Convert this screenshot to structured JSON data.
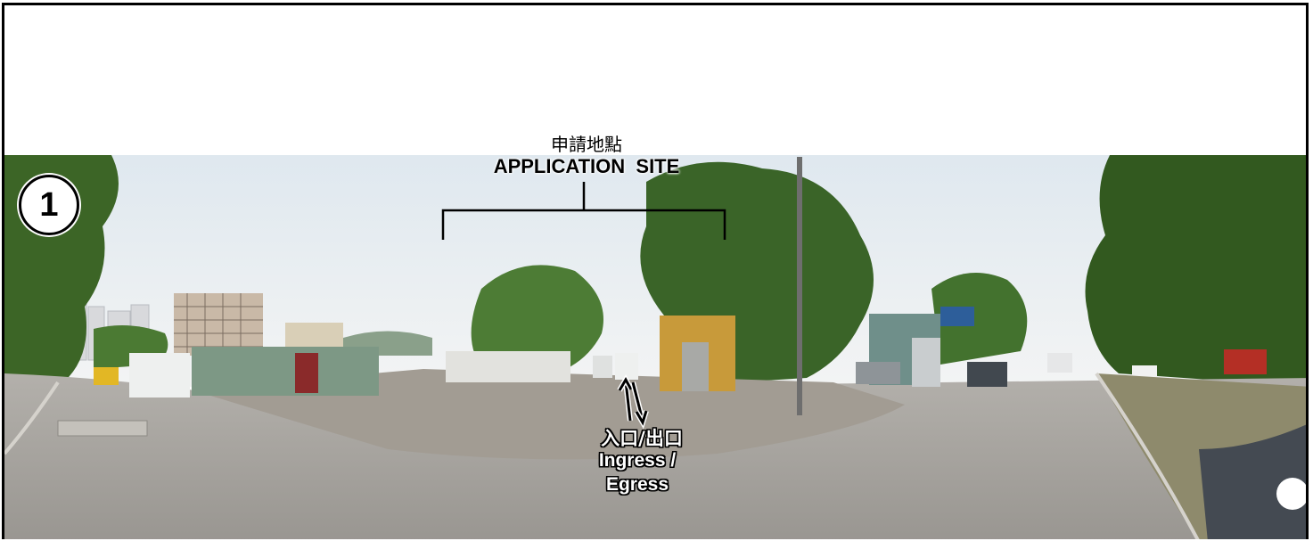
{
  "title_banner": "",
  "application_site": {
    "label_zh": "申請地點",
    "label_en": "APPLICATION  SITE"
  },
  "access": {
    "label_zh": "入口/出口",
    "label_en_line1": "Ingress /",
    "label_en_line2": "Egress"
  },
  "viewpoint": {
    "number": "1"
  },
  "colors": {
    "sky": "#e9eef2",
    "road": "#a7a4a0",
    "foliage": "#3f6a2c",
    "hoarding": "#7f9a86",
    "annotation": "#000000"
  }
}
